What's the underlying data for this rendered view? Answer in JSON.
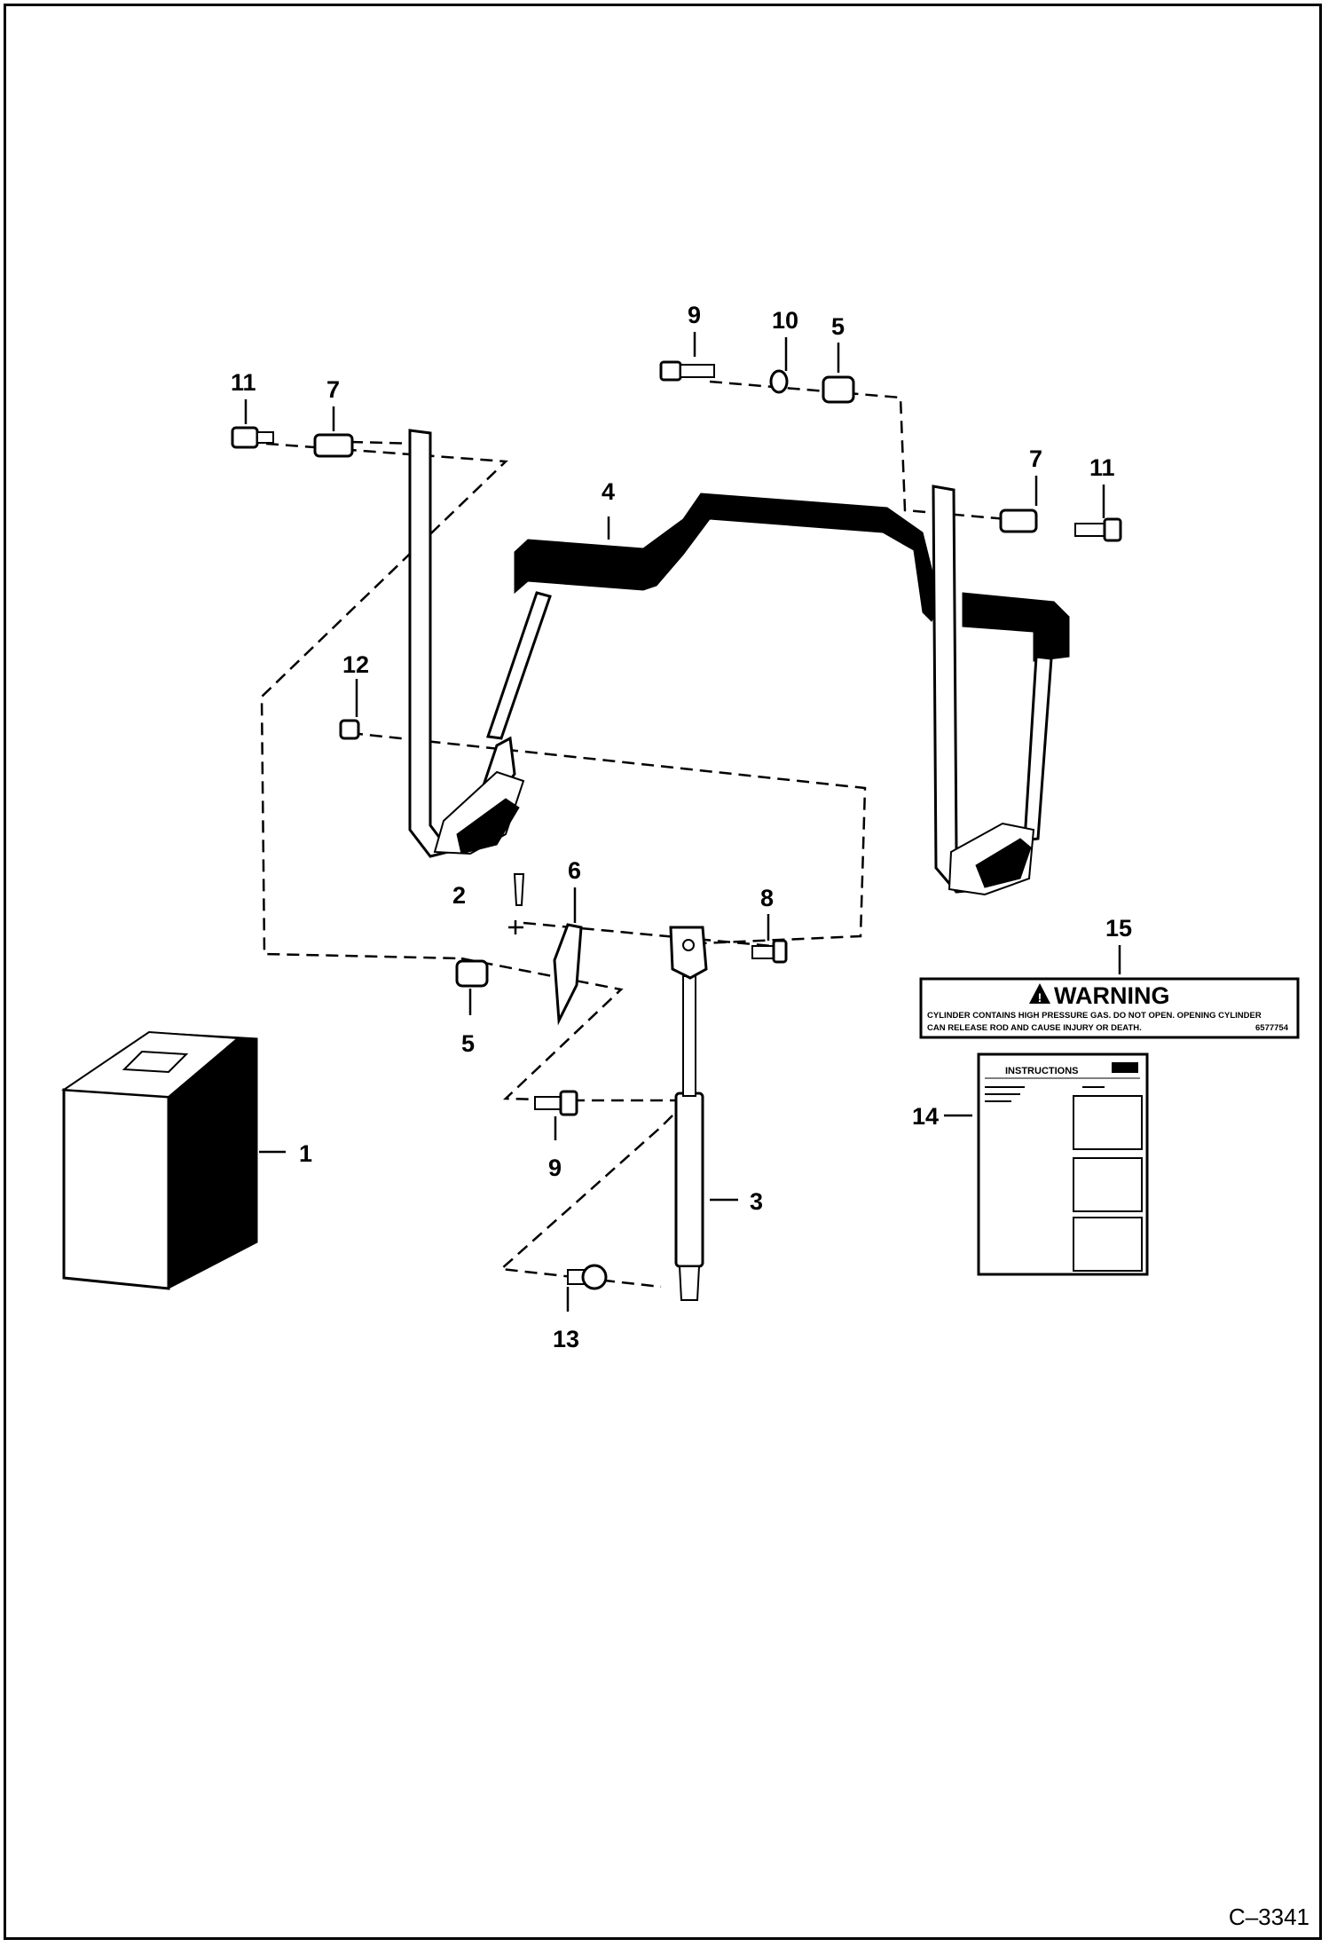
{
  "callouts": {
    "c1": "1",
    "c2": "2",
    "c3": "3",
    "c4": "4",
    "c5a": "5",
    "c5b": "5",
    "c6": "6",
    "c7a": "7",
    "c7b": "7",
    "c8": "8",
    "c9a": "9",
    "c9b": "9",
    "c10": "10",
    "c11a": "11",
    "c11b": "11",
    "c12": "12",
    "c13": "13",
    "c14": "14",
    "c15": "15"
  },
  "warning_decal": {
    "title": "WARNING",
    "line1": "CYLINDER CONTAINS HIGH PRESSURE GAS. DO NOT OPEN. OPENING CYLINDER",
    "line2": "CAN RELEASE ROD AND CAUSE INJURY OR DEATH.",
    "part_number": "6577754"
  },
  "instruction_decal": {
    "title": "INSTRUCTIONS"
  },
  "figure_id": "C–3341",
  "colors": {
    "ink": "#000000",
    "paper": "#ffffff"
  }
}
